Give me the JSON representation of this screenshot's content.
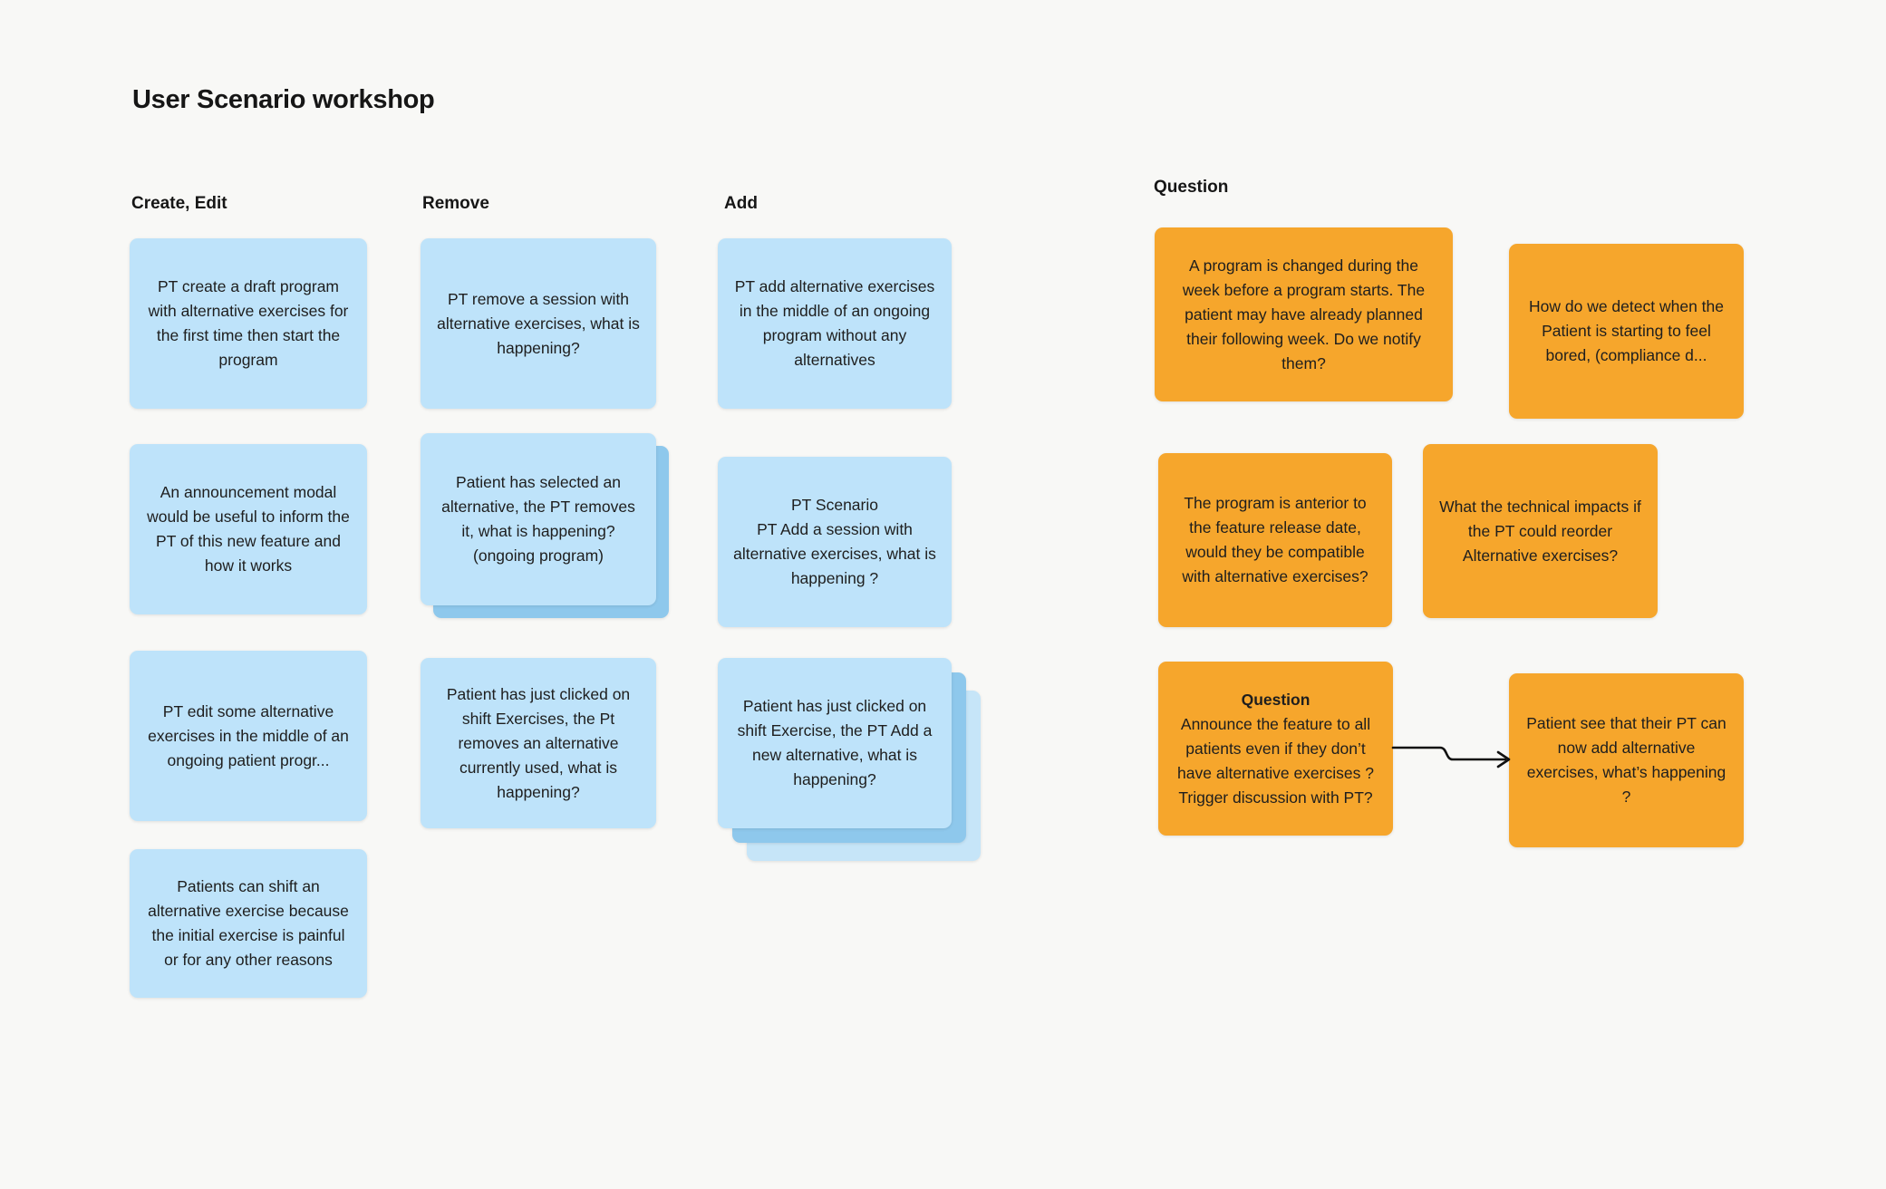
{
  "page": {
    "title": "User Scenario workshop",
    "background_color": "#f8f8f6"
  },
  "colors": {
    "note_blue": "#bee3fa",
    "note_blue_stack_mid": "#8ec8ec",
    "note_blue_stack_light": "#c6e5f8",
    "note_orange": "#f6a62c",
    "text": "#1e1e1e"
  },
  "columns": [
    {
      "header": "Create, Edit",
      "color": "blue",
      "notes": [
        {
          "text": "PT create a draft program with alternative exercises for the first time then start the program",
          "stacked": 1
        },
        {
          "text": "An announcement modal would be useful to inform the PT of this new feature and how it works",
          "stacked": 1
        },
        {
          "text": "PT edit some alternative exercises in the middle of an ongoing patient progr...",
          "stacked": 1
        },
        {
          "text": "Patients can shift an alternative exercise because the initial exercise is painful or for any other reasons",
          "stacked": 1
        }
      ]
    },
    {
      "header": "Remove",
      "color": "blue",
      "notes": [
        {
          "text": "PT remove a session with alternative exercises, what is happening?",
          "stacked": 1
        },
        {
          "text": "Patient has selected an alternative, the PT removes it, what is happening? (ongoing program)",
          "stacked": 2
        },
        {
          "text": "Patient has just clicked on shift Exercises, the Pt removes an alternative currently used, what is happening?",
          "stacked": 1
        }
      ]
    },
    {
      "header": "Add",
      "color": "blue",
      "notes": [
        {
          "text": "PT add alternative exercises in the middle of an ongoing program without any alternatives",
          "stacked": 1
        },
        {
          "text": "PT Scenario\nPT Add a session with alternative exercises, what is happening ?",
          "stacked": 1
        },
        {
          "text": "Patient has just clicked on shift Exercise, the PT Add a new alternative, what is happening?",
          "stacked": 3
        }
      ]
    },
    {
      "header": "Question",
      "color": "orange",
      "notes": [
        {
          "text": "A program is changed during the week before a program starts. The patient may have already planned their following week. Do we notify them?",
          "stacked": 1
        },
        {
          "text": "How do we detect when the Patient is starting to feel bored, (compliance d...",
          "stacked": 1
        },
        {
          "text": "The program is anterior to the feature release date, would they be compatible with alternative exercises?",
          "stacked": 1
        },
        {
          "text": "What the technical impacts if the PT could reorder Alternative exercises?",
          "stacked": 1
        },
        {
          "title": "Question",
          "text": "Announce the feature to all patients even if they don’t have alternative exercises ? Trigger discussion with PT?",
          "stacked": 1
        },
        {
          "text": "Patient see that their PT can now add alternative exercises, what’s happening ?",
          "stacked": 1
        }
      ]
    }
  ],
  "connector": {
    "type": "arrow",
    "from": "note announce the feature (Question column)",
    "to": "note patient see that their PT (Question column)"
  }
}
